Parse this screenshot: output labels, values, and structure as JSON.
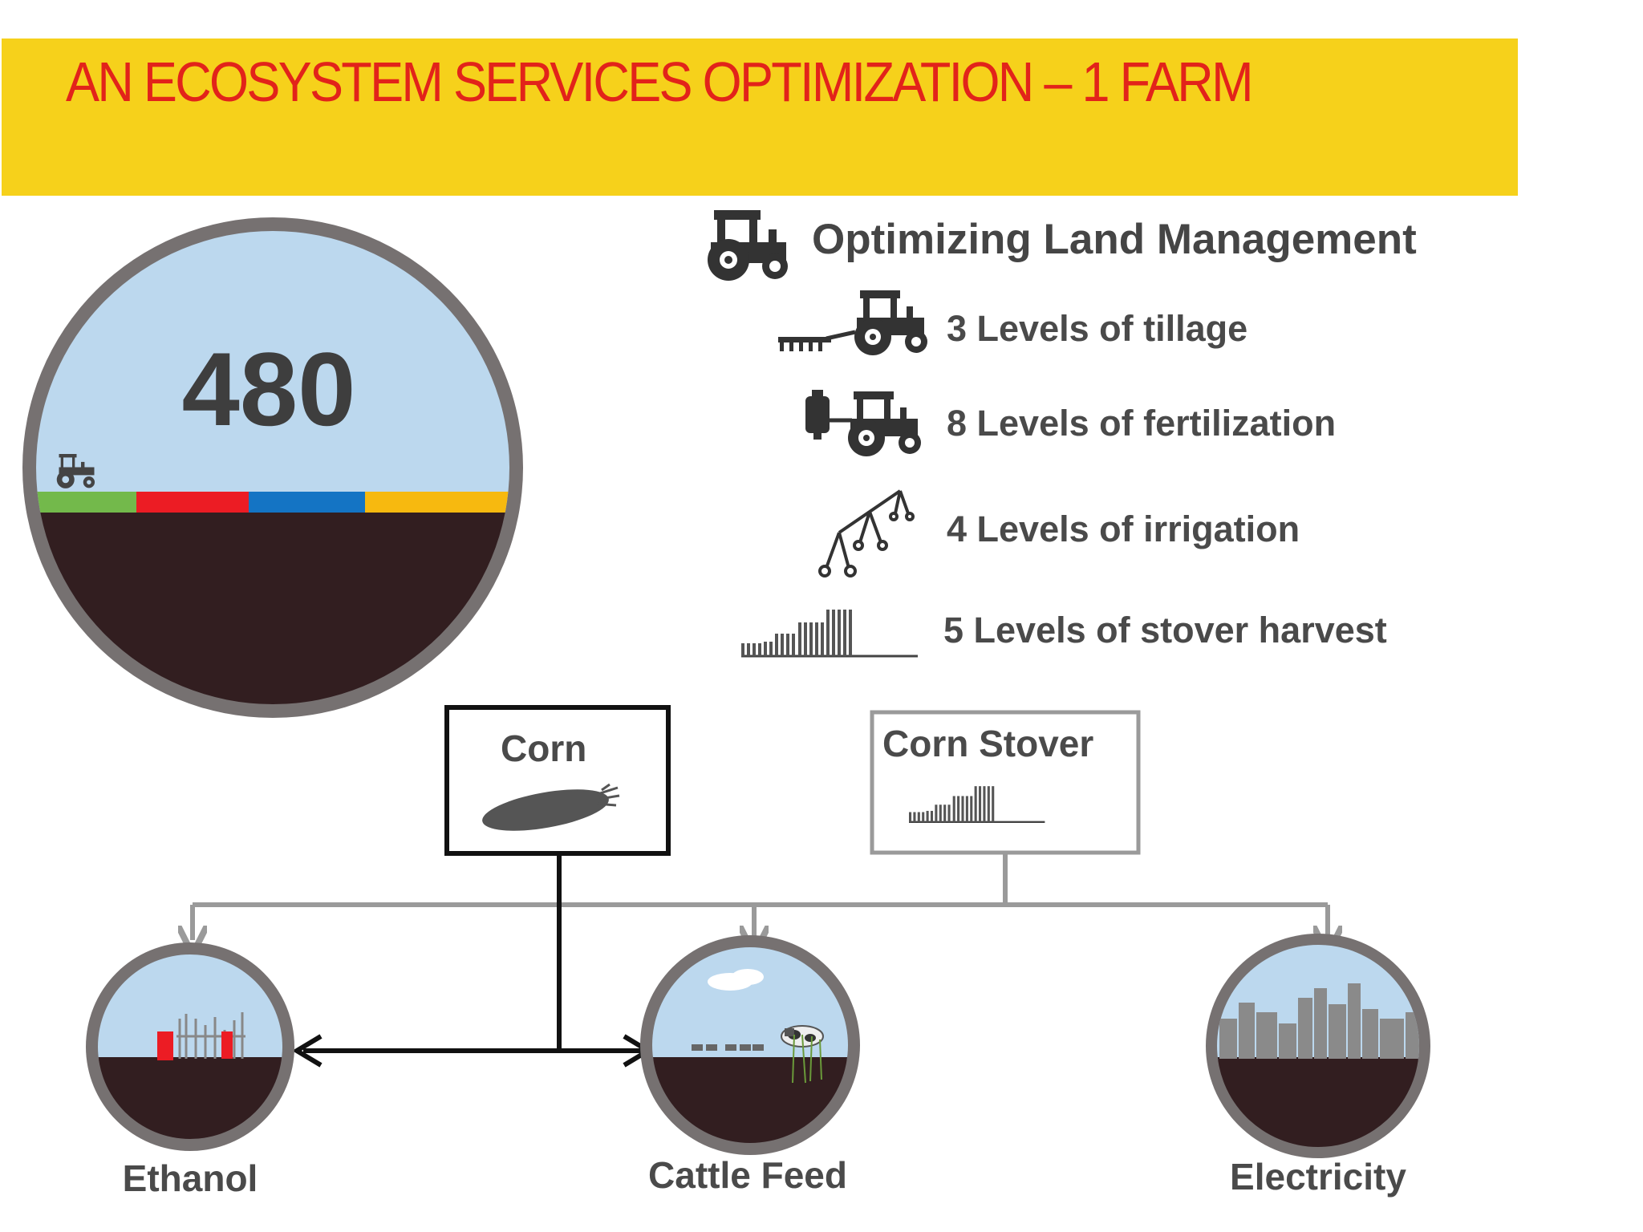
{
  "title": "AN ECOSYSTEM SERVICES OPTIMIZATION – 1 FARM",
  "farm_count": "480",
  "management": {
    "heading": "Optimizing Land Management",
    "levels": [
      {
        "label": "3 Levels of tillage",
        "icon": "tillage-tractor-icon"
      },
      {
        "label": "8 Levels of fertilization",
        "icon": "fertilizer-tractor-icon"
      },
      {
        "label": "4 Levels of irrigation",
        "icon": "pivot-irrigation-icon"
      },
      {
        "label": "5 Levels of stover harvest",
        "icon": "stover-bars-icon"
      }
    ]
  },
  "sources": {
    "corn": "Corn",
    "stover": "Corn Stover"
  },
  "products": {
    "ethanol": "Ethanol",
    "cattle_feed": "Cattle Feed",
    "electricity": "Electricity"
  },
  "colors": {
    "banner": "#f6d11b",
    "title": "#e2231a",
    "sky": "#bcd8ee",
    "soil": "#321e20",
    "ring": "#767171",
    "strip": [
      "#73b94b",
      "#ec1c24",
      "#1474c4",
      "#f7b90f"
    ],
    "flow_gray": "#9a9a9a",
    "flow_black": "#111111"
  }
}
